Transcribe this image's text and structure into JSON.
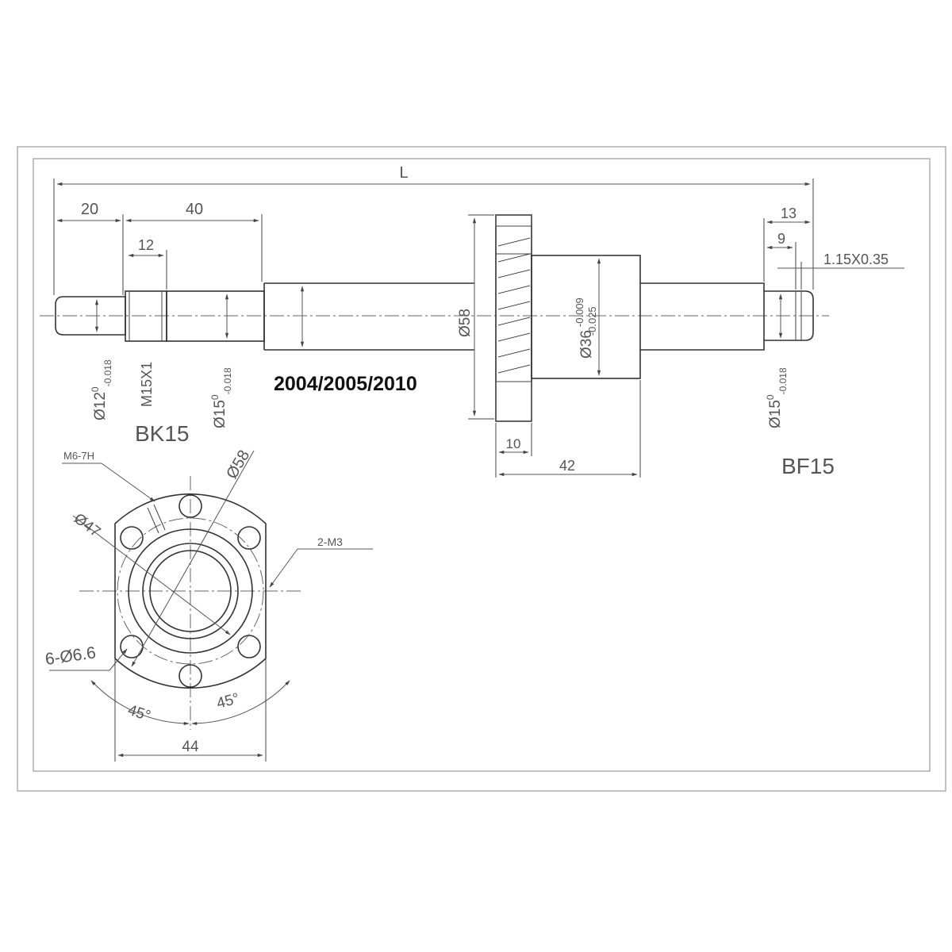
{
  "side_view": {
    "overall_length": "L",
    "dim_20": "20",
    "dim_40": "40",
    "dim_12": "12",
    "dim_13": "13",
    "dim_9": "9",
    "groove": "1.15X0.35",
    "dia_12": "Ø12",
    "dia_12_upper_tol": "0",
    "dia_12_lower_tol": "-0.018",
    "thread": "M15X1",
    "dia_15_left": "Ø15",
    "dia_15_left_upper_tol": "0",
    "dia_15_left_lower_tol": "-0.018",
    "dia_58": "Ø58",
    "dia_36": "Ø36",
    "dia_36_upper_tol": "-0.009",
    "dia_36_lower_tol": "-0.025",
    "dia_15_right": "Ø15",
    "dia_15_right_upper_tol": "0",
    "dia_15_right_lower_tol": "-0.018",
    "dim_10": "10",
    "dim_42": "42",
    "models": "2004/2005/2010",
    "left_support": "BK15",
    "right_support": "BF15"
  },
  "end_view": {
    "mount_thread": "M6-7H",
    "dia_58": "Ø58",
    "dia_47": "Ø47",
    "oil_holes": "2-M3",
    "bolt_holes": "6-Ø6.6",
    "angle_left": "45°",
    "angle_right": "45°",
    "width": "44"
  }
}
